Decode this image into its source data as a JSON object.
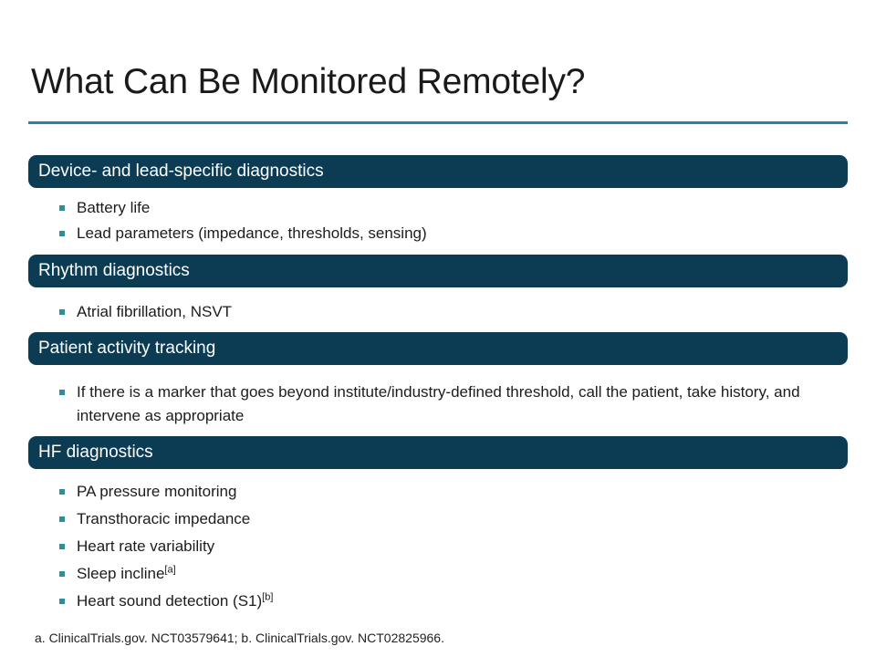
{
  "slide": {
    "title": "What Can Be Monitored Remotely?",
    "accent_color": "#2a8795",
    "bar_color": "#0c3b54",
    "bullet_color": "#2d8e9c",
    "sections": [
      {
        "heading": "Device- and lead-specific diagnostics",
        "bullets": [
          {
            "text": "Battery life",
            "sup": ""
          },
          {
            "text": "Lead parameters (impedance, thresholds, sensing)",
            "sup": ""
          }
        ]
      },
      {
        "heading": "Rhythm diagnostics",
        "bullets": [
          {
            "text": "Atrial fibrillation, NSVT",
            "sup": ""
          }
        ]
      },
      {
        "heading": "Patient activity tracking",
        "bullets": [
          {
            "text": "If there is a marker that goes beyond institute/industry-defined threshold, call the patient, take history, and intervene as appropriate",
            "sup": ""
          }
        ]
      },
      {
        "heading": "HF diagnostics",
        "bullets": [
          {
            "text": "PA pressure monitoring",
            "sup": ""
          },
          {
            "text": "Transthoracic impedance",
            "sup": ""
          },
          {
            "text": "Heart rate variability",
            "sup": ""
          },
          {
            "text": "Sleep incline",
            "sup": "[a]"
          },
          {
            "text": "Heart sound detection (S1)",
            "sup": "[b]"
          }
        ]
      }
    ],
    "footnote": "a. ClinicalTrials.gov. NCT03579641; b. ClinicalTrials.gov. NCT02825966."
  }
}
